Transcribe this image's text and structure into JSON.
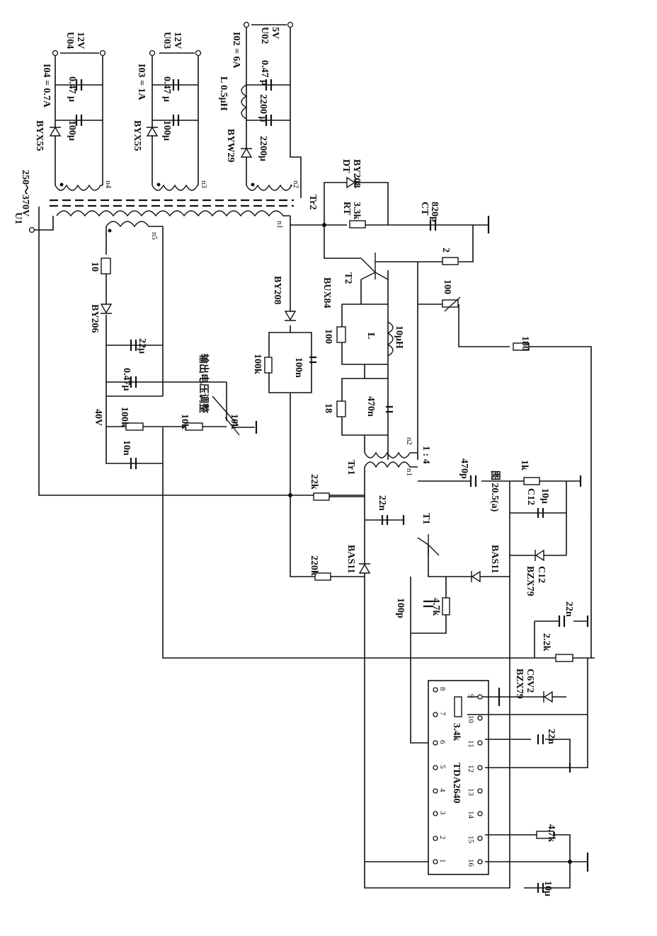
{
  "figure_caption": "图 20.5(a)",
  "input": {
    "name": "U1",
    "range": "250～370V"
  },
  "outputs": [
    {
      "voltage_name": "U04",
      "voltage": "12V",
      "current": "I04 = 0.7A",
      "diode": "BYX55",
      "cap_elec": "100μ",
      "cap_film": "0.47 μ",
      "winding": "n4"
    },
    {
      "voltage_name": "U03",
      "voltage": "12V",
      "current": "I03 = 1A",
      "diode": "BYX55",
      "cap_elec": "100μ",
      "cap_film": "0.47 μ",
      "winding": "n3"
    },
    {
      "voltage_name": "U02",
      "voltage": "5V",
      "current": "I02 = 6A",
      "diode": "BYW29",
      "cap_elec": "2200μ",
      "cap_elec2": "2200 μ",
      "cap_film": "0.47 μ",
      "inductor": "L 0.5μH",
      "winding": "n2"
    }
  ],
  "transformer_tr2": {
    "name": "Tr2",
    "primary": "n1",
    "aux": "n5"
  },
  "aux_supply": {
    "r10": "10",
    "diode": "BY206",
    "c22": "22μ",
    "c047": "0.47μ",
    "v40": "40V",
    "r100k": "100k",
    "r10k": "10k",
    "pot10k": "10k",
    "c10n": "10n",
    "adjust_label": "输出电压调整"
  },
  "snubber": {
    "diode": "BY208",
    "r": "100k",
    "c": "100n"
  },
  "drive": {
    "dt_label": "DT",
    "dt_part": "BY208",
    "rt_label": "RT",
    "rt_value": "3.3k",
    "ct_label": "CT",
    "ct_value": "820p",
    "t2": "T2",
    "t2_part": "BUX84",
    "r100": "100",
    "l_label": "L",
    "l_value": "10μH",
    "r18": "18",
    "c470n": "470n",
    "r2": "2",
    "pot100": "100",
    "r180": "180"
  },
  "transformer_tr1": {
    "name": "Tr1",
    "n1": "n1",
    "n2": "n2",
    "ratio": "1 : 4"
  },
  "t1_stage": {
    "r22k": "22k",
    "c22n": "22n",
    "t1": "T1",
    "bas11a": "BAS11",
    "bas11b": "BAS11",
    "r220k": "220k",
    "c470p": "470p",
    "r1k": "1k",
    "c12": "C12",
    "c12_value": "10μ",
    "bzx79": "BZX79",
    "bzx79_v": "C12",
    "c100p": "100p",
    "r47k": "4.7k"
  },
  "ic": {
    "name": "TDA2640",
    "pins": [
      "1",
      "2",
      "3",
      "4",
      "5",
      "6",
      "7",
      "8",
      "9",
      "10",
      "11",
      "12",
      "13",
      "14",
      "15",
      "16"
    ],
    "r34k": "3.4k",
    "c22n_a": "22n",
    "c22n_b": "22n",
    "r22k": "2.2k",
    "zener": "BZX79",
    "zener_v": "C6V2",
    "r47k": "4.7k",
    "c10u": "10μ"
  }
}
